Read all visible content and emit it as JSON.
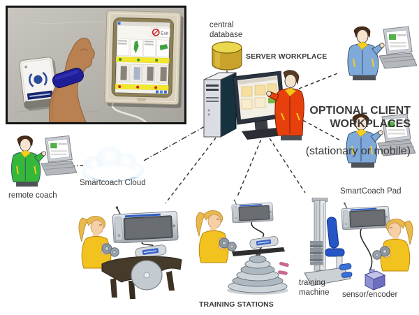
{
  "labels": {
    "central_database": "central\ndatabase",
    "server_workplace": "SERVER WORKPLACE",
    "optional_clients": "OPTIONAL CLIENT WORKPLACES",
    "optional_clients_sub": "(stationary or mobile)",
    "remote_coach": "remote coach",
    "smartcoach_cloud": "Smartcoach Cloud",
    "smartcoach_pad": "SmartCoach Pad",
    "training_machine": "training\nmachine",
    "sensor_encoder": "sensor/encoder",
    "training_stations": "TRAINING STATIONS",
    "kiosk_exit": "Exit"
  },
  "nodes": [
    {
      "id": "gym-photo",
      "desc": "photo of wristband check-in at wall-mounted touchscreen kiosk with RFID reader"
    },
    {
      "id": "central-database",
      "label_ref": "central_database"
    },
    {
      "id": "server-workplace",
      "label_ref": "server_workplace"
    },
    {
      "id": "client-workplace-1",
      "label_ref": "optional_clients"
    },
    {
      "id": "client-workplace-2",
      "label_ref": "optional_clients"
    },
    {
      "id": "remote-coach",
      "label_ref": "remote_coach"
    },
    {
      "id": "smartcoach-cloud",
      "label_ref": "smartcoach_cloud"
    },
    {
      "id": "training-station-1",
      "label_ref": "training_stations"
    },
    {
      "id": "training-station-2",
      "label_ref": "training_stations"
    },
    {
      "id": "training-machine-station",
      "label_refs": [
        "smartcoach_pad",
        "training_machine",
        "sensor_encoder"
      ]
    }
  ],
  "connections": [
    {
      "from": "remote-coach",
      "to": "smartcoach-cloud",
      "style": "dash-dot"
    },
    {
      "from": "smartcoach-cloud",
      "to": "server-workplace",
      "style": "dash-dot"
    },
    {
      "from": "central-database",
      "to": "server-workplace",
      "style": "solid"
    },
    {
      "from": "server-workplace",
      "to": "client-workplace-1",
      "style": "dashed"
    },
    {
      "from": "server-workplace",
      "to": "client-workplace-2",
      "style": "dashed"
    },
    {
      "from": "server-workplace",
      "to": "training-station-1",
      "style": "dashed"
    },
    {
      "from": "server-workplace",
      "to": "training-station-2",
      "style": "dashed"
    },
    {
      "from": "server-workplace",
      "to": "training-machine-station",
      "style": "dashed"
    }
  ],
  "colors": {
    "label_text": "#3a3a3a",
    "line": "#2e2e2e",
    "database_gold": "#c9a22b",
    "jacket_red": "#e8400c",
    "jacket_blue": "#7fa9d9",
    "jacket_green": "#35b83a",
    "shirt_yellow": "#f2c21e",
    "machine_blue": "#2456c8",
    "encoder_purple": "#8f8fd6"
  }
}
